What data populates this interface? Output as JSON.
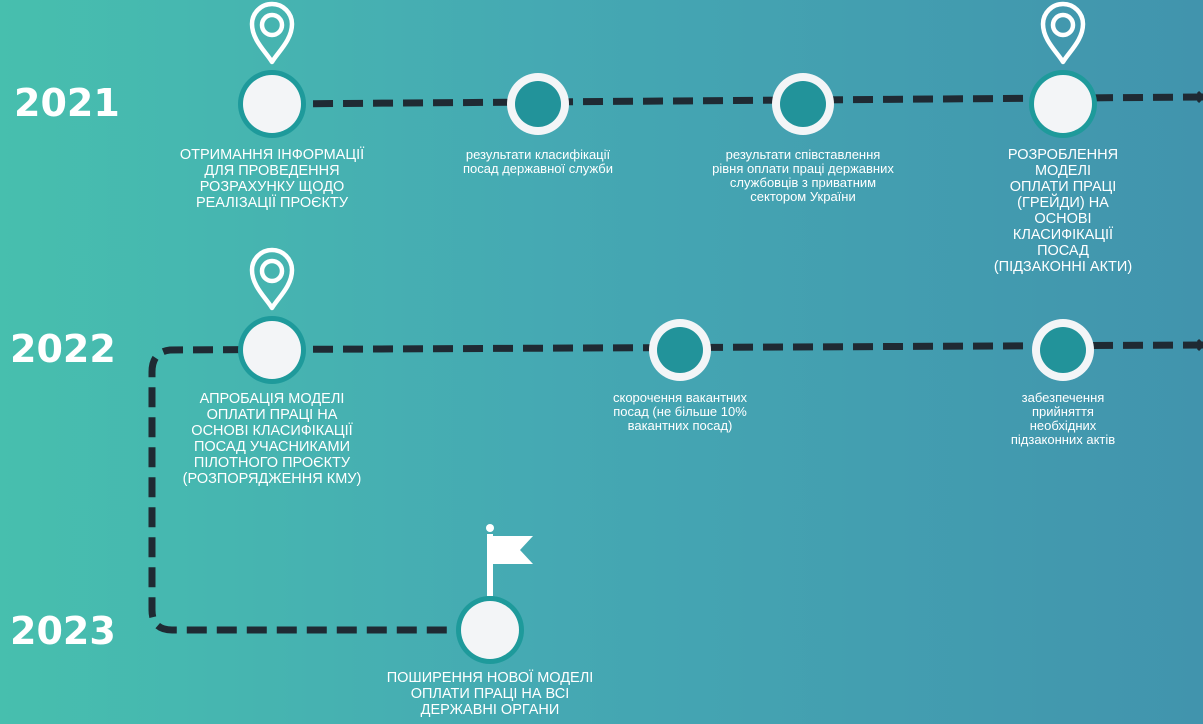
{
  "colors": {
    "background_start": "#47bfae",
    "background_end": "#4194ad",
    "route_line": "#1f2a33",
    "milestone_fill": "#f3f5f7",
    "milestone_dot": "#22939a",
    "pin": "#ffffff"
  },
  "years": [
    "2021",
    "2022",
    "2023"
  ],
  "milestones": [
    {
      "year": "2021",
      "kind": "major",
      "marker": "location-pin-icon",
      "text": "ОТРИМАННЯ ІНФОРМАЦІЇ\nДЛЯ ПРОВЕДЕННЯ\nРОЗРАХУНКУ ЩОДО\nРЕАЛІЗАЦІЇ ПРОЄКТУ"
    },
    {
      "year": "2021",
      "kind": "minor",
      "text": "результати класифікації\nпосад державної служби"
    },
    {
      "year": "2021",
      "kind": "minor",
      "text": "результати співставлення\nрівня оплати праці державних\nслужбовців з приватним\nсектором України"
    },
    {
      "year": "2021",
      "kind": "major",
      "marker": "location-pin-icon",
      "text": "РОЗРОБЛЕННЯ МОДЕЛІ\nОПЛАТИ ПРАЦІ (ГРЕЙДИ) НА\nОСНОВІ КЛАСИФІКАЦІЇ\nПОСАД (ПІДЗАКОННІ АКТИ)"
    },
    {
      "year": "2022",
      "kind": "major",
      "marker": "location-pin-icon",
      "text": "АПРОБАЦІЯ МОДЕЛІ\nОПЛАТИ ПРАЦІ НА\nОСНОВІ КЛАСИФІКАЦІЇ\nПОСАД УЧАСНИКАМИ\nПІЛОТНОГО ПРОЄКТУ\n(РОЗПОРЯДЖЕННЯ КМУ)"
    },
    {
      "year": "2022",
      "kind": "minor",
      "text": "скорочення вакантних\nпосад (не більше 10%\nвакантних посад)"
    },
    {
      "year": "2022",
      "kind": "minor",
      "text": "забезпечення прийняття\nнеобхідних підзаконних актів"
    },
    {
      "year": "2023",
      "kind": "major",
      "marker": "flag-icon",
      "text": "ПОШИРЕННЯ НОВОЇ МОДЕЛІ\nОПЛАТИ ПРАЦІ НА ВСІ\nДЕРЖАВНІ ОРГАНИ"
    }
  ]
}
